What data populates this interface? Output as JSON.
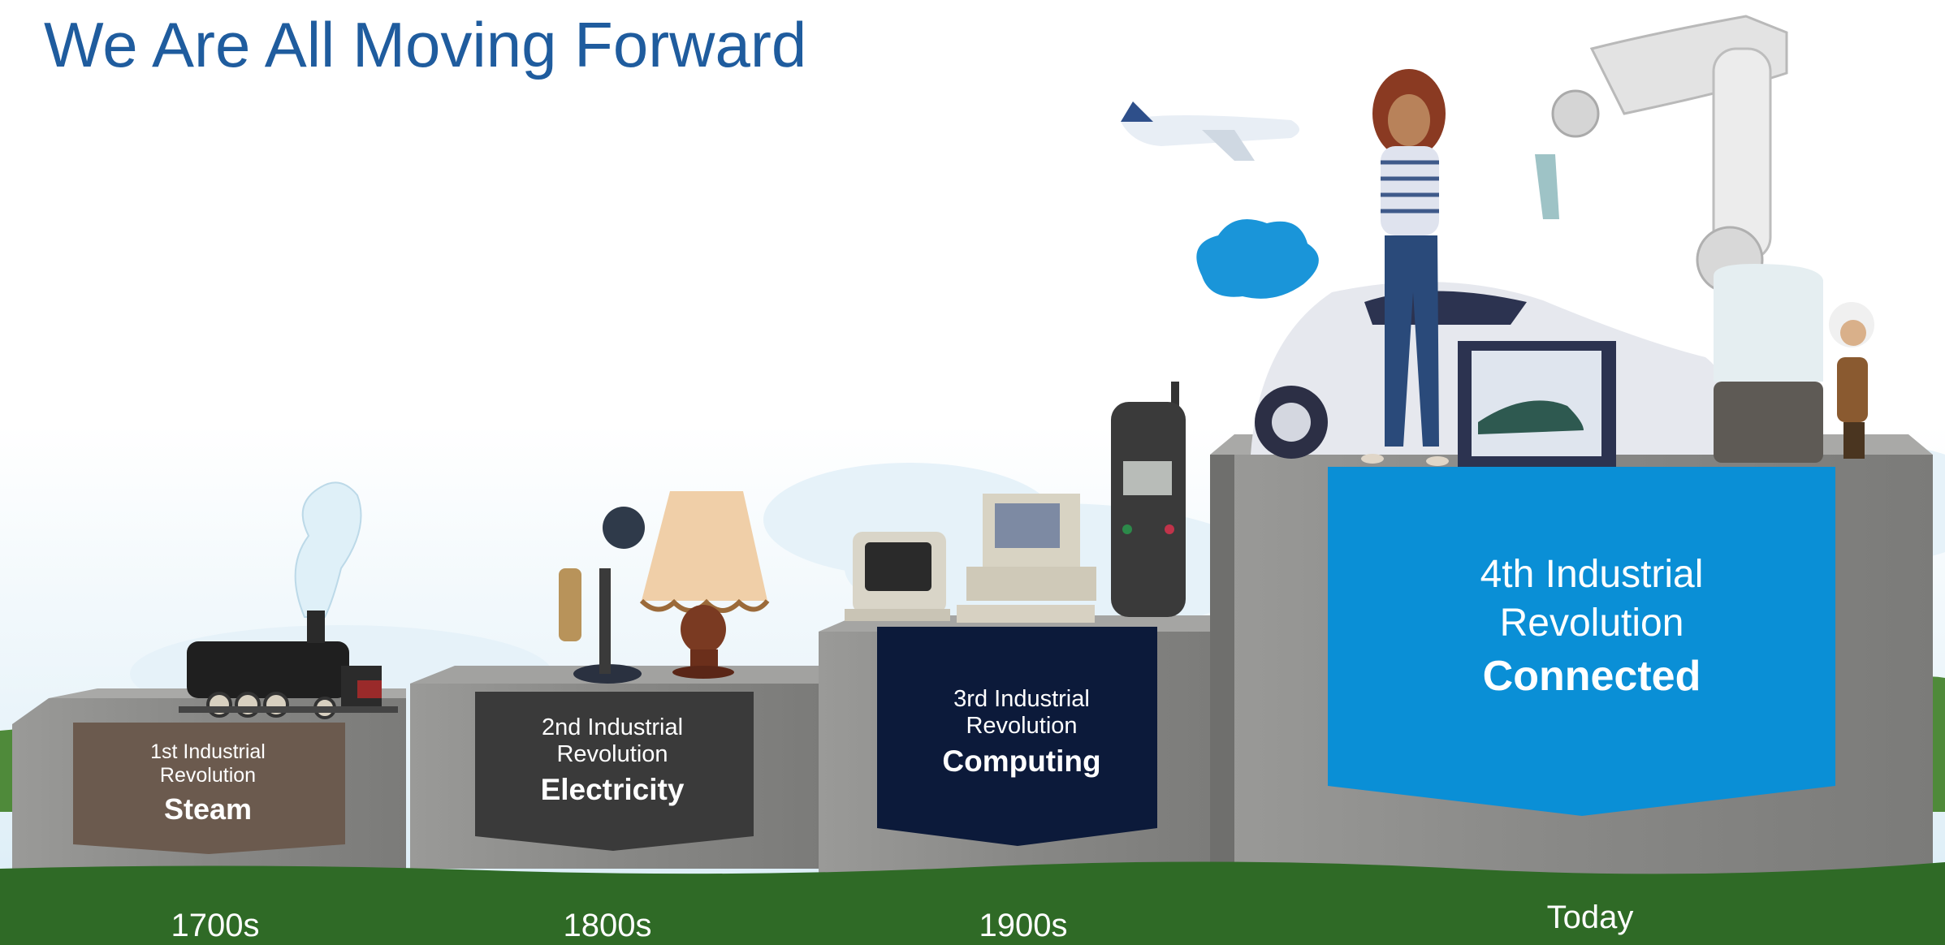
{
  "title": "We Are All Moving Forward",
  "eras": [
    {
      "line1": "1st Industrial",
      "line2": "Revolution",
      "name": "Steam",
      "year": "1700s"
    },
    {
      "line1": "2nd Industrial",
      "line2": "Revolution",
      "name": "Electricity",
      "year": "1800s"
    },
    {
      "line1": "3rd Industrial",
      "line2": "Revolution",
      "name": "Computing",
      "year": "1900s"
    },
    {
      "line1": "4th Industrial",
      "line2": "Revolution",
      "name": "Connected",
      "year": "Today"
    }
  ],
  "colors": {
    "title": "#1f5c9e",
    "steam_banner": "#6b5a4e",
    "electricity_banner": "#3a3a3a",
    "computing_banner": "#0c1a3a",
    "connected_banner": "#0a8fd6",
    "grass": "#2f6a26",
    "concrete": "#8d8d8b"
  }
}
